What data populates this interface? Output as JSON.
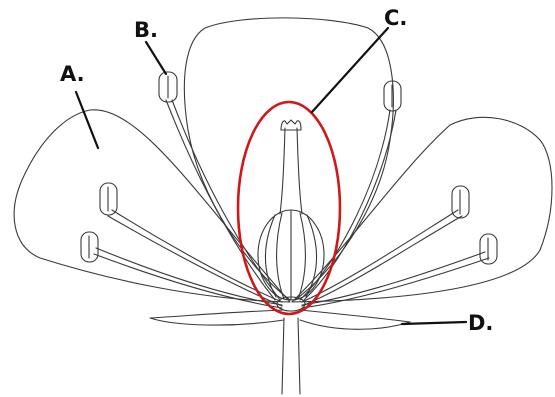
{
  "labels": {
    "a": "A.",
    "b": "B.",
    "c": "C.",
    "d": "D."
  },
  "colors": {
    "line": "#3a3a3a",
    "leader": "#111111",
    "highlight": "#d01818",
    "background": "#ffffff"
  },
  "icons": {
    "highlight": "red-ellipse-outline"
  }
}
